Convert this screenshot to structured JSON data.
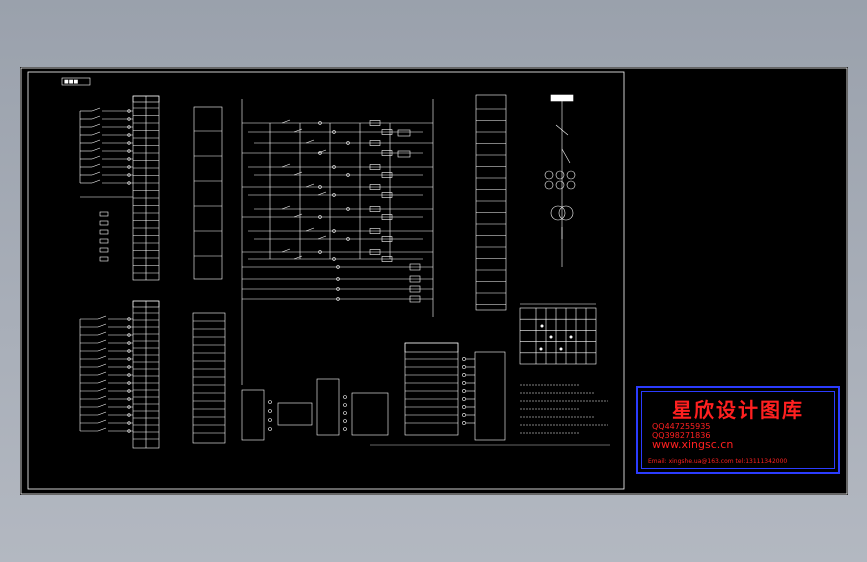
{
  "stamp": {
    "title": "星欣设计图库",
    "qq1": "QQ447255935",
    "qq2": "QQ398271836",
    "website": "www.xingsc.cn",
    "email": "Email: xingshe.ua@163.com  tel:13111342000"
  },
  "drawing": {
    "colors": {
      "line": "#ffffff",
      "background": "#000000",
      "stamp_border": "#2b3cff",
      "stamp_text": "#ff2020"
    }
  }
}
